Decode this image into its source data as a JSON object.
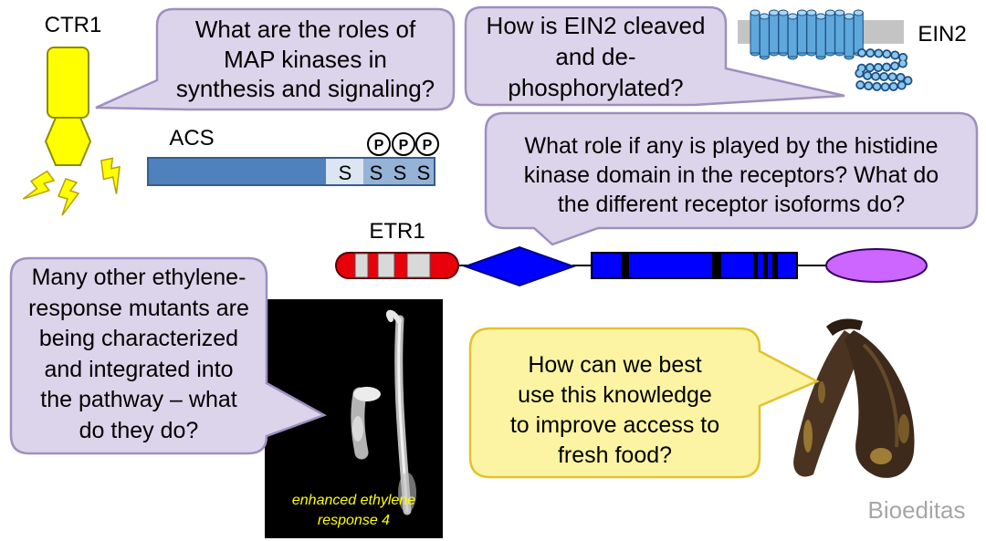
{
  "slide": {
    "labels": {
      "ctr1": "CTR1",
      "ein2": "EIN2",
      "acs": "ACS",
      "etr1": "ETR1"
    },
    "acs": {
      "residue_unmodified": "S",
      "residues_phosphorylated": [
        "S",
        "S",
        "S"
      ],
      "phospho_marks": [
        "P",
        "P",
        "P"
      ]
    },
    "bubbles": {
      "map_kinases": {
        "lines": [
          "What are the roles of",
          "MAP kinases in",
          "synthesis and signaling?"
        ]
      },
      "ein2": {
        "lines": [
          "How is EIN2 cleaved",
          "and de-",
          "phosphorylated?"
        ]
      },
      "histidine_kinase": {
        "lines": [
          "What role if any is played by the histidine",
          "kinase domain in the receptors? What do",
          "the different receptor isoforms do?"
        ]
      },
      "mutants": {
        "lines": [
          "Many other ethylene-",
          "response mutants are",
          "being characterized",
          "and integrated into",
          "the pathway – what",
          "do they do?"
        ]
      },
      "fresh_food": {
        "lines": [
          "How can we best",
          "use this knowledge",
          "to improve access to",
          "fresh food?"
        ]
      }
    },
    "photo_caption": [
      "enhanced ethylene",
      "response 4"
    ],
    "watermark": "Bioeditas"
  },
  "colors": {
    "question_bubble_fill": "#dcd4ea",
    "question_bubble_border": "#9e8fc0",
    "highlight_bubble_fill": "#fcf4a3",
    "highlight_bubble_border": "#e3c22d",
    "ctr1_yellow": "#ffff00",
    "acs_blue": "#4f81bd",
    "etr1_red": "#e8000b",
    "etr1_blue": "#0000ff",
    "etr1_violet": "#cc66ff",
    "ein2_helix_blue": "#5fa8dc",
    "caption_yellow": "#ffff00",
    "watermark_gray": "#a6a6a6"
  },
  "icons": [
    "ctr1-protein-icon",
    "lightning-bolt-icon",
    "ein2-transmembrane-protein-icon",
    "seedling-photo",
    "bananas-image"
  ]
}
